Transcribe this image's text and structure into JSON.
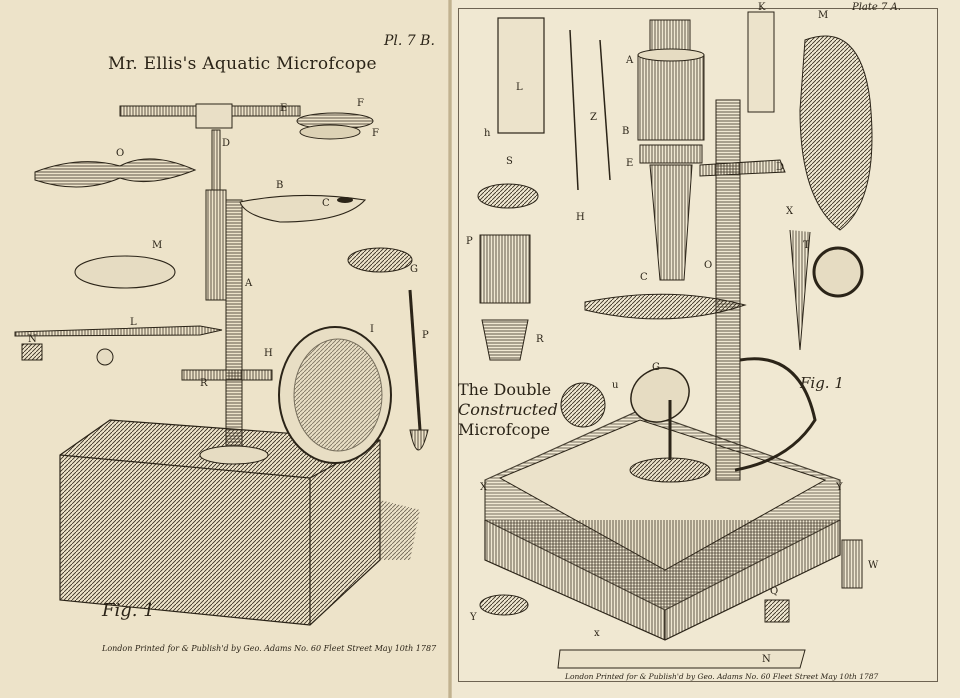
{
  "left_plate": {
    "title": "Mr. Ellis's Aquatic Microfcope",
    "plate_number": "Pl. 7 B.",
    "figure_label": "Fig. 1",
    "imprint": "London Printed for & Publish'd by Geo. Adams No. 60 Fleet Street May 10th 1787",
    "part_labels": [
      "E",
      "F",
      "F",
      "D",
      "O",
      "B",
      "C",
      "M",
      "A",
      "G",
      "L",
      "N",
      "I",
      "H",
      "R",
      "P"
    ]
  },
  "right_plate": {
    "title_line1": "The Double",
    "title_line2": "Constructed",
    "title_line3": "Microfcope",
    "plate_number": "Plate 7 A.",
    "figure_label": "Fig. 1",
    "imprint": "London Printed for & Publish'd by Geo. Adams No. 60 Fleet Street May 10th 1787",
    "part_labels": [
      "L",
      "h",
      "K",
      "M",
      "A",
      "B",
      "E",
      "D",
      "S",
      "P",
      "H",
      "O",
      "C",
      "X",
      "T",
      "R",
      "G",
      "u",
      "Y",
      "X",
      "W",
      "Q",
      "Y",
      "x",
      "N",
      "Z"
    ]
  },
  "colors": {
    "paper": "#efe6cf",
    "ink": "#2b2418"
  }
}
